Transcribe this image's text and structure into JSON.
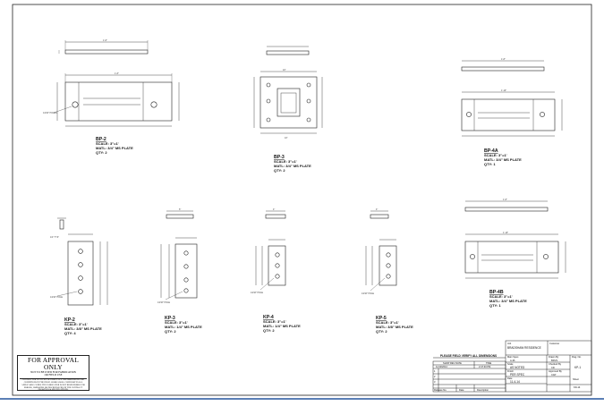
{
  "details": [
    {
      "id": "bp2",
      "title": "BP-2",
      "scale": "SCALE: 3\"=1'",
      "matl": "MATL: 3/4\" MS PLATE",
      "qty": "QTY: 2"
    },
    {
      "id": "bp3",
      "title": "BP-3",
      "scale": "SCALE: 3\"=1'",
      "matl": "MATL: 3/4\" MS PLATE",
      "qty": "QTY: 2"
    },
    {
      "id": "bp4a",
      "title": "BP-4A",
      "scale": "SCALE: 3\"=1'",
      "matl": "MATL: 3/4\" MS PLATE",
      "qty": "QTY: 1"
    },
    {
      "id": "bp4b",
      "title": "BP-4B",
      "scale": "SCALE: 3\"=1'",
      "matl": "MATL: 3/4\" MS PLATE",
      "qty": "QTY: 1"
    },
    {
      "id": "kp2",
      "title": "KP-2",
      "scale": "SCALE: 3\"=1'",
      "matl": "MATL: 3/8\" MS PLATE",
      "qty": "QTY: 4"
    },
    {
      "id": "kp3",
      "title": "KP-3",
      "scale": "SCALE: 3\"=1'",
      "matl": "MATL: 1/4\" MS PLATE",
      "qty": "QTY: 2"
    },
    {
      "id": "kp4",
      "title": "KP-4",
      "scale": "SCALE: 3\"=1'",
      "matl": "MATL: 1/4\" MS PLATE",
      "qty": "QTY: 2"
    },
    {
      "id": "kp5",
      "title": "KP-5",
      "scale": "SCALE: 3\"=1'",
      "matl": "MATL: 3/8\" MS PLATE",
      "qty": "QTY: 2"
    }
  ],
  "approval": {
    "heading": "FOR APPROVAL ONLY",
    "line1": "NOT TO BE USED FOR FABRICATION",
    "line2": "OR FIELD USE",
    "para": "CONTRACTOR TO ACCEPT & VERIFY ALL THE DIMENSIONS AND CONDITIONS IN THE FIELD. WORK SHALL CONFORM TO ALL APPLICABLE CODES. THE FABRICATOR IS NOT RESPONSIBLE FOR ERRORS, OMISSIONS OR DISCREPANCIES IN THE CONTRACT DRAWINGS & SPECIFICATIONS."
  },
  "titleblock": {
    "notice": "PLEASE FIELD VERIFY ALL DIMENSIONS",
    "shop_rev_date_label": "SHOP REV DATE",
    "shop_rev_date_value": "11/13/2014",
    "time_label": "TIME",
    "time_value": "2:47:30 PM",
    "rev_rows": [
      "1",
      "2",
      "3"
    ],
    "col_release": "Release No.",
    "col_date": "Date",
    "col_desc": "Description",
    "job_label": "Job",
    "job_value": "BRADSHAW RESIDENCE",
    "customer_label": "Customer",
    "main_spec_label": "Main Spec.",
    "main_spec_value": "A-36",
    "scale_label": "Scale",
    "scale_value": "AS NOTED",
    "finish_label": "Finish",
    "finish_value": "PER SPEC",
    "date_label": "Date",
    "date_value": "11-4-14",
    "drawn_label": "Drawn By",
    "drawn_value": "BDVS",
    "checked_label": "Checked By",
    "checked_value": "CD",
    "approved_label": "Approved By",
    "approved_value": "CAP",
    "dwg_label": "Dwg. No.",
    "dwg_value": "KP-1",
    "sheet_label": "Sheet",
    "sheet_value": "KD-14"
  }
}
